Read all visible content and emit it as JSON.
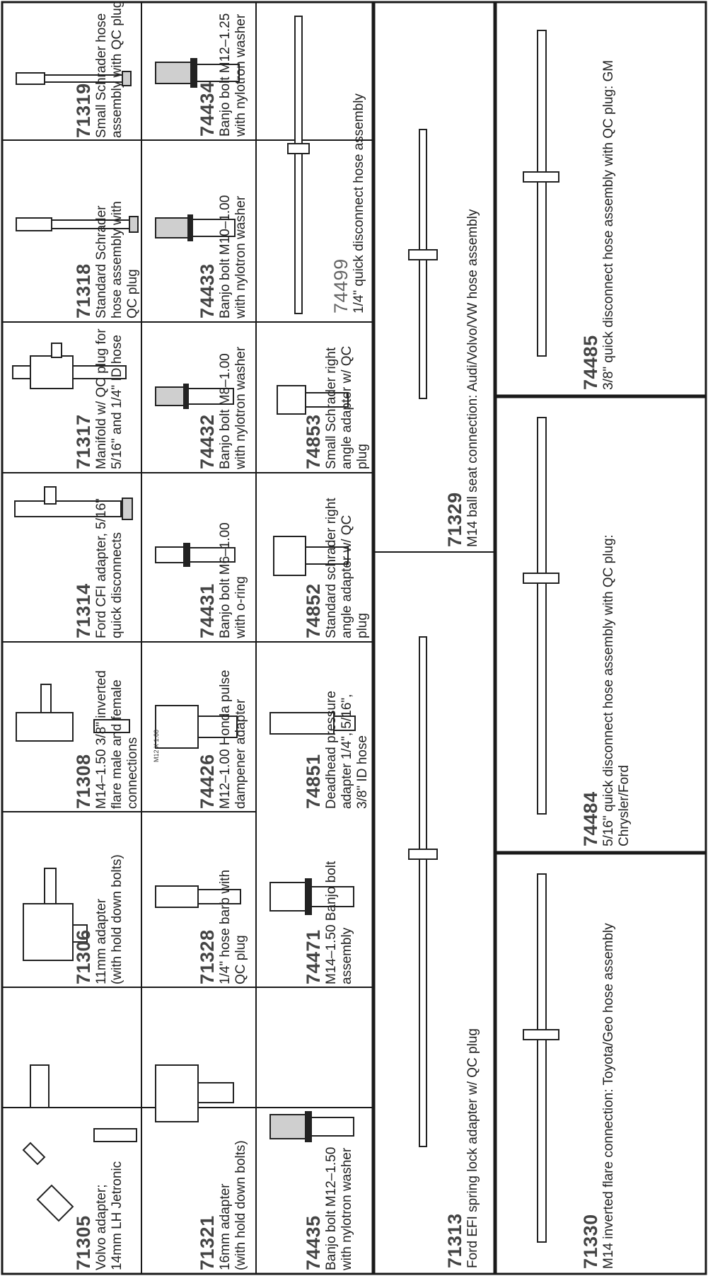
{
  "orientation_note_visible": false,
  "parts": [
    {
      "id": "71305",
      "desc": "Volvo adapter;\n14mm LH Jetronic"
    },
    {
      "id": "71306",
      "desc": "11mm adapter\n(with hold down bolts)"
    },
    {
      "id": "71308",
      "desc": "M14–1.50 3/8\" inverted\nflare male and female\nconnections"
    },
    {
      "id": "71314",
      "desc": "Ford CFI adapter, 5/16\"\nquick disconnects"
    },
    {
      "id": "71317",
      "desc": "Manifold w/ QC plug for\n5/16\" and 1/4\" ID hose"
    },
    {
      "id": "71318",
      "desc": "Standard Schrader\nhose assembly with\nQC plug"
    },
    {
      "id": "71319",
      "desc": "Small Schrader hose\nassembly with QC plug"
    },
    {
      "id": "71321",
      "desc": "16mm adapter\n(with hold down bolts)"
    },
    {
      "id": "71328",
      "desc": "1/4\" hose barb with\nQC plug"
    },
    {
      "id": "74426",
      "desc": "M12–1.00 Honda pulse\ndampener adapter",
      "stamp": "M12 X 1.00"
    },
    {
      "id": "74431",
      "desc": "Banjo bolt M6–1.00\nwith o-ring"
    },
    {
      "id": "74432",
      "desc": "Banjo bolt M8–1.00\nwith nylotron washer"
    },
    {
      "id": "74433",
      "desc": "Banjo bolt M10–1.00\nwith nylotron washer"
    },
    {
      "id": "74434",
      "desc": "Banjo bolt M12–1.25\nwith nylotron washer"
    },
    {
      "id": "74435",
      "desc": "Banjo bolt M12–1.50\nwith nylotron washer"
    },
    {
      "id": "74471",
      "desc": "M14–1.50 Banjo bolt\nassembly"
    },
    {
      "id": "74851",
      "desc": "Deadhead pressure\nadapter 1/4\", 5/16\",\n3/8\" ID hose"
    },
    {
      "id": "74852",
      "desc": "Standard schrader right\nangle adapter w/ QC\nplug"
    },
    {
      "id": "74853",
      "desc": "Small Schrader right\nangle adapter w/ QC\nplug"
    },
    {
      "id": "74499",
      "desc": "1/4\" quick disconnect hose assembly"
    },
    {
      "id": "71313",
      "desc": "Ford EFI spring lock adapter w/ QC plug"
    },
    {
      "id": "71329",
      "desc": "M14 ball seat connection: Audi/Volvo/VW hose assembly"
    },
    {
      "id": "71330",
      "desc": "M14 inverted flare connection: Toyota/Geo hose assembly"
    },
    {
      "id": "74484",
      "desc": "5/16\" quick disconnect hose assembly with QC plug:\nChrysler/Ford"
    },
    {
      "id": "74485",
      "desc": "3/8\" quick disconnect hose assembly with QC plug: GM"
    }
  ]
}
